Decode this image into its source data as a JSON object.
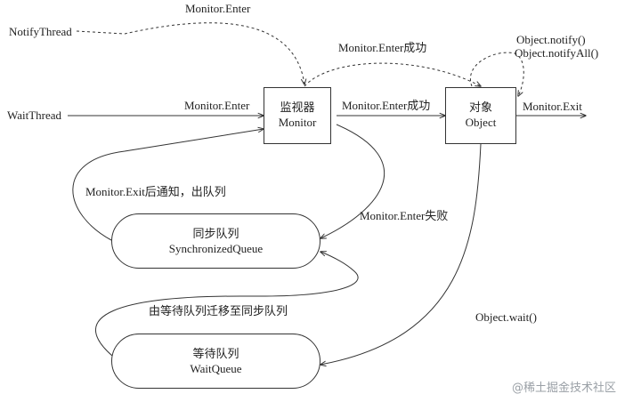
{
  "labels": {
    "notify_thread": "NotifyThread",
    "wait_thread": "WaitThread",
    "top_enter": "Monitor.Enter",
    "enter_success_top": "Monitor.Enter成功",
    "wait_enter": "Monitor.Enter",
    "enter_success_mid": "Monitor.Enter成功",
    "notify": "Object.notify()",
    "notify_all": "Object.notifyAll()",
    "exit": "Monitor.Exit",
    "exit_notify": "Monitor.Exit后通知，出队列",
    "enter_fail": "Monitor.Enter失败",
    "migrate": "由等待队列迁移至同步队列",
    "wait": "Object.wait()"
  },
  "nodes": {
    "monitor": {
      "line1": "监视器",
      "line2": "Monitor"
    },
    "object": {
      "line1": "对象",
      "line2": "Object"
    },
    "sync_queue": {
      "line1": "同步队列",
      "line2": "SynchronizedQueue"
    },
    "wait_queue": {
      "line1": "等待队列",
      "line2": "WaitQueue"
    }
  },
  "watermark": "@稀土掘金技术社区"
}
